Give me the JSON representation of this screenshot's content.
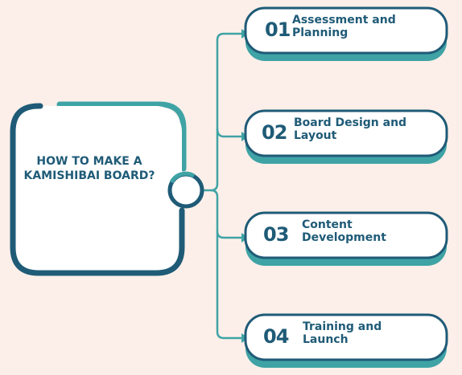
{
  "title": {
    "line1": "HOW TO MAKE A",
    "line2": "KAMISHIBAI BOARD?"
  },
  "steps": [
    {
      "number": "01",
      "line1": "Assessment and",
      "line2": "Planning"
    },
    {
      "number": "02",
      "line1": "Board Design and",
      "line2": "Layout"
    },
    {
      "number": "03",
      "line1": "Content",
      "line2": "Development"
    },
    {
      "number": "04",
      "line1": "Training and",
      "line2": "Launch"
    }
  ],
  "colors": {
    "background": "#fcefe9",
    "dark_teal": "#1f5b77",
    "light_teal": "#3fa3a5",
    "card": "#ffffff"
  }
}
